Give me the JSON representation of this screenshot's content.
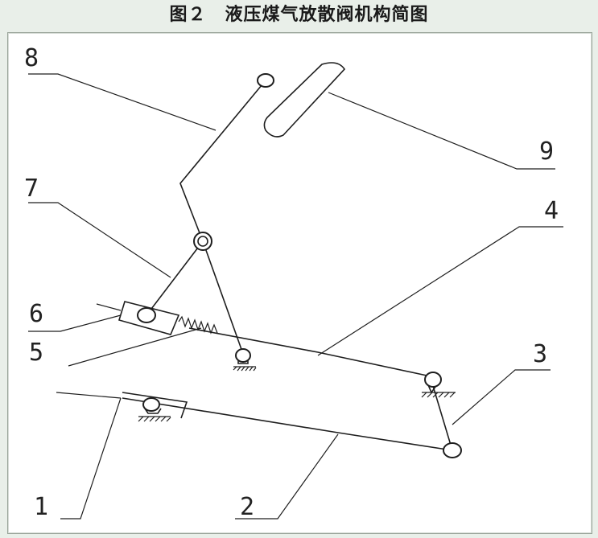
{
  "title": "图２　液压煤气放散阀机构简图",
  "labels": {
    "l1": "1",
    "l2": "2",
    "l3": "3",
    "l4": "4",
    "l5": "5",
    "l6": "6",
    "l7": "7",
    "l8": "8",
    "l9": "9"
  }
}
